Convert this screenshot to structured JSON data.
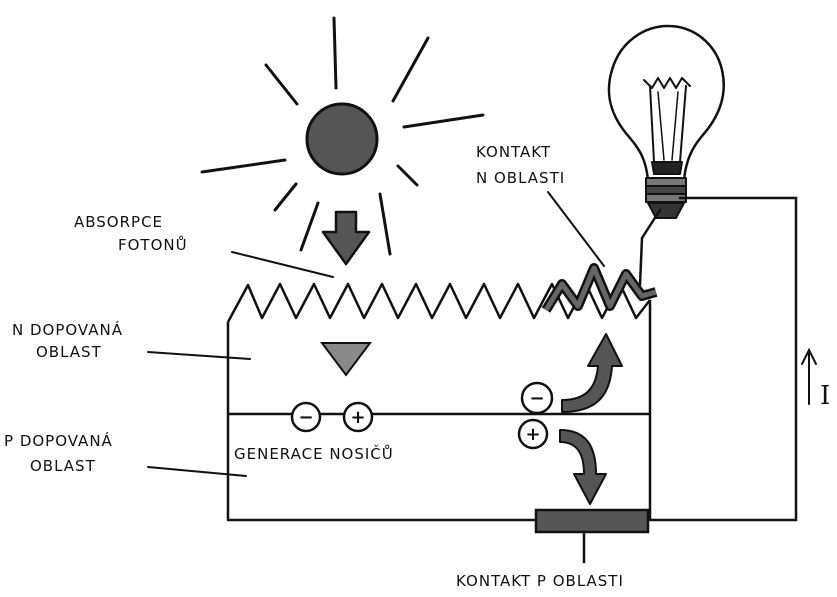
{
  "labels": {
    "absorption_line1": "ABSORPCE",
    "absorption_line2": "FOTONŮ",
    "n_contact_line1": "KONTAKT",
    "n_contact_line2": "N OBLASTI",
    "n_region_line1": "N DOPOVANÁ",
    "n_region_line2": "OBLAST",
    "p_region_line1": "P DOPOVANÁ",
    "p_region_line2": "OBLAST",
    "generation": "GENERACE NOSIČŮ",
    "p_contact": "KONTAKT P OBLASTI",
    "current": "I"
  },
  "symbols": {
    "electron": "−",
    "hole": "+"
  },
  "icons": [
    "sun-icon",
    "light-bulb-icon",
    "photon-arrow-icon",
    "current-arrow-icon"
  ],
  "colors": {
    "ink": "#111111",
    "fill_dark": "#555555",
    "fill_mid": "#8a8a8a",
    "paper": "#ffffff"
  }
}
